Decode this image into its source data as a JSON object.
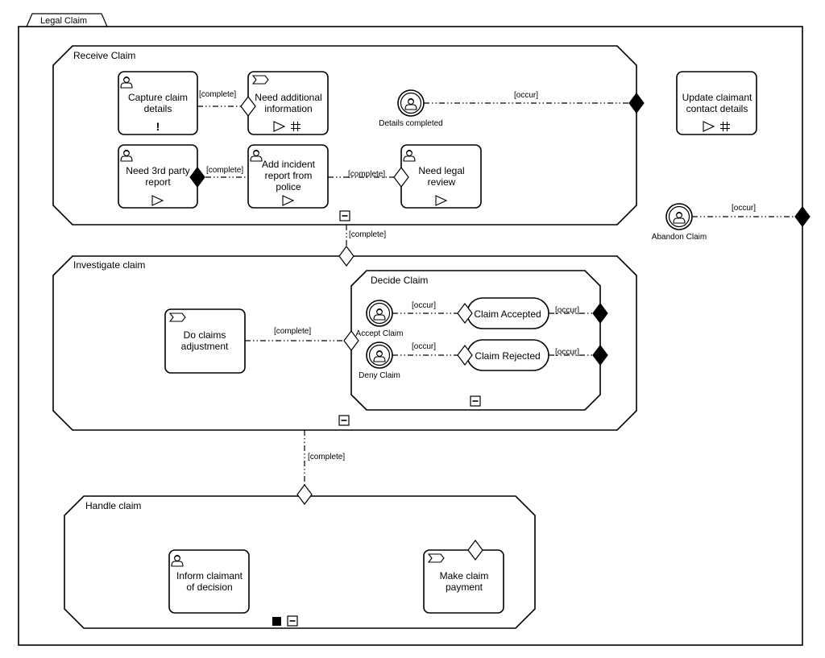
{
  "case": {
    "title": "Legal Claim"
  },
  "stages": {
    "receive": {
      "label": "Receive Claim"
    },
    "investigate": {
      "label": "Investigate claim"
    },
    "decide": {
      "label": "Decide Claim"
    },
    "handle": {
      "label": "Handle claim"
    }
  },
  "tasks": {
    "capture": {
      "lines": [
        "Capture claim",
        "details"
      ],
      "marker": "!"
    },
    "need_info": {
      "lines": [
        "Need additional",
        "information"
      ]
    },
    "need_3rd": {
      "lines": [
        "Need 3rd party",
        "report"
      ]
    },
    "add_incident": {
      "lines": [
        "Add incident",
        "report from",
        "police"
      ]
    },
    "need_legal": {
      "lines": [
        "Need legal",
        "review"
      ]
    },
    "update_contact": {
      "lines": [
        "Update claimant",
        "contact details"
      ]
    },
    "claims_adjust": {
      "lines": [
        "Do claims",
        "adjustment"
      ]
    },
    "inform": {
      "lines": [
        "Inform claimant",
        "of decision"
      ]
    },
    "payment": {
      "lines": [
        "Make claim",
        "payment"
      ]
    }
  },
  "milestones": {
    "accepted": {
      "label": "Claim Accepted"
    },
    "rejected": {
      "label": "Claim Rejected"
    }
  },
  "events": {
    "details_completed": {
      "label": "Details completed"
    },
    "abandon": {
      "label": "Abandon Claim"
    },
    "accept": {
      "label": "Accept Claim"
    },
    "deny": {
      "label": "Deny Claim"
    }
  },
  "connectors": {
    "c1": "[complete]",
    "c2": "[complete]",
    "c3": "[complete]",
    "c4": "[occur]",
    "c5": "[occur]",
    "c6": "[complete]",
    "c7": "[complete]",
    "c8": "[occur]",
    "c9": "[occur]",
    "c10": "[occur]",
    "c11": "[occur]",
    "c12": "[complete]"
  }
}
